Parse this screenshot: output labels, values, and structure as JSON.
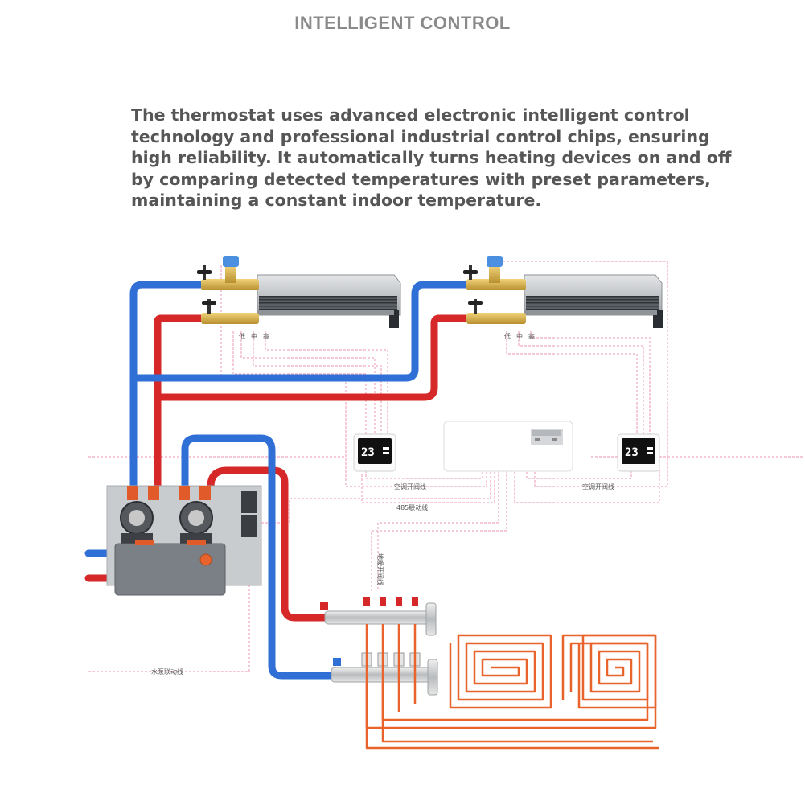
{
  "heading": "INTELLIGENT CONTROL",
  "description": [
    "The thermostat uses advanced electronic intelligent control",
    "technology and professional industrial control chips, ensuring",
    "high reliability. It automatically turns heating devices on and off",
    "by comparing detected temperatures with preset parameters,",
    "maintaining a constant indoor temperature."
  ],
  "fan_speed_labels": [
    "低",
    "中",
    "高"
  ],
  "thermostat_display": "23",
  "labels": {
    "ac_valve_left": "空调开阀线",
    "ac_valve_right": "空调开阀线",
    "link_485": "485联动线",
    "floor_valve": "地暖开阀线",
    "pump_link": "水泵联动线"
  },
  "colors": {
    "supply_pipe": "#2f6fd6",
    "return_pipe": "#d62828",
    "floor_loop": "#e8642c",
    "control_wire": "#f0a8c4"
  }
}
